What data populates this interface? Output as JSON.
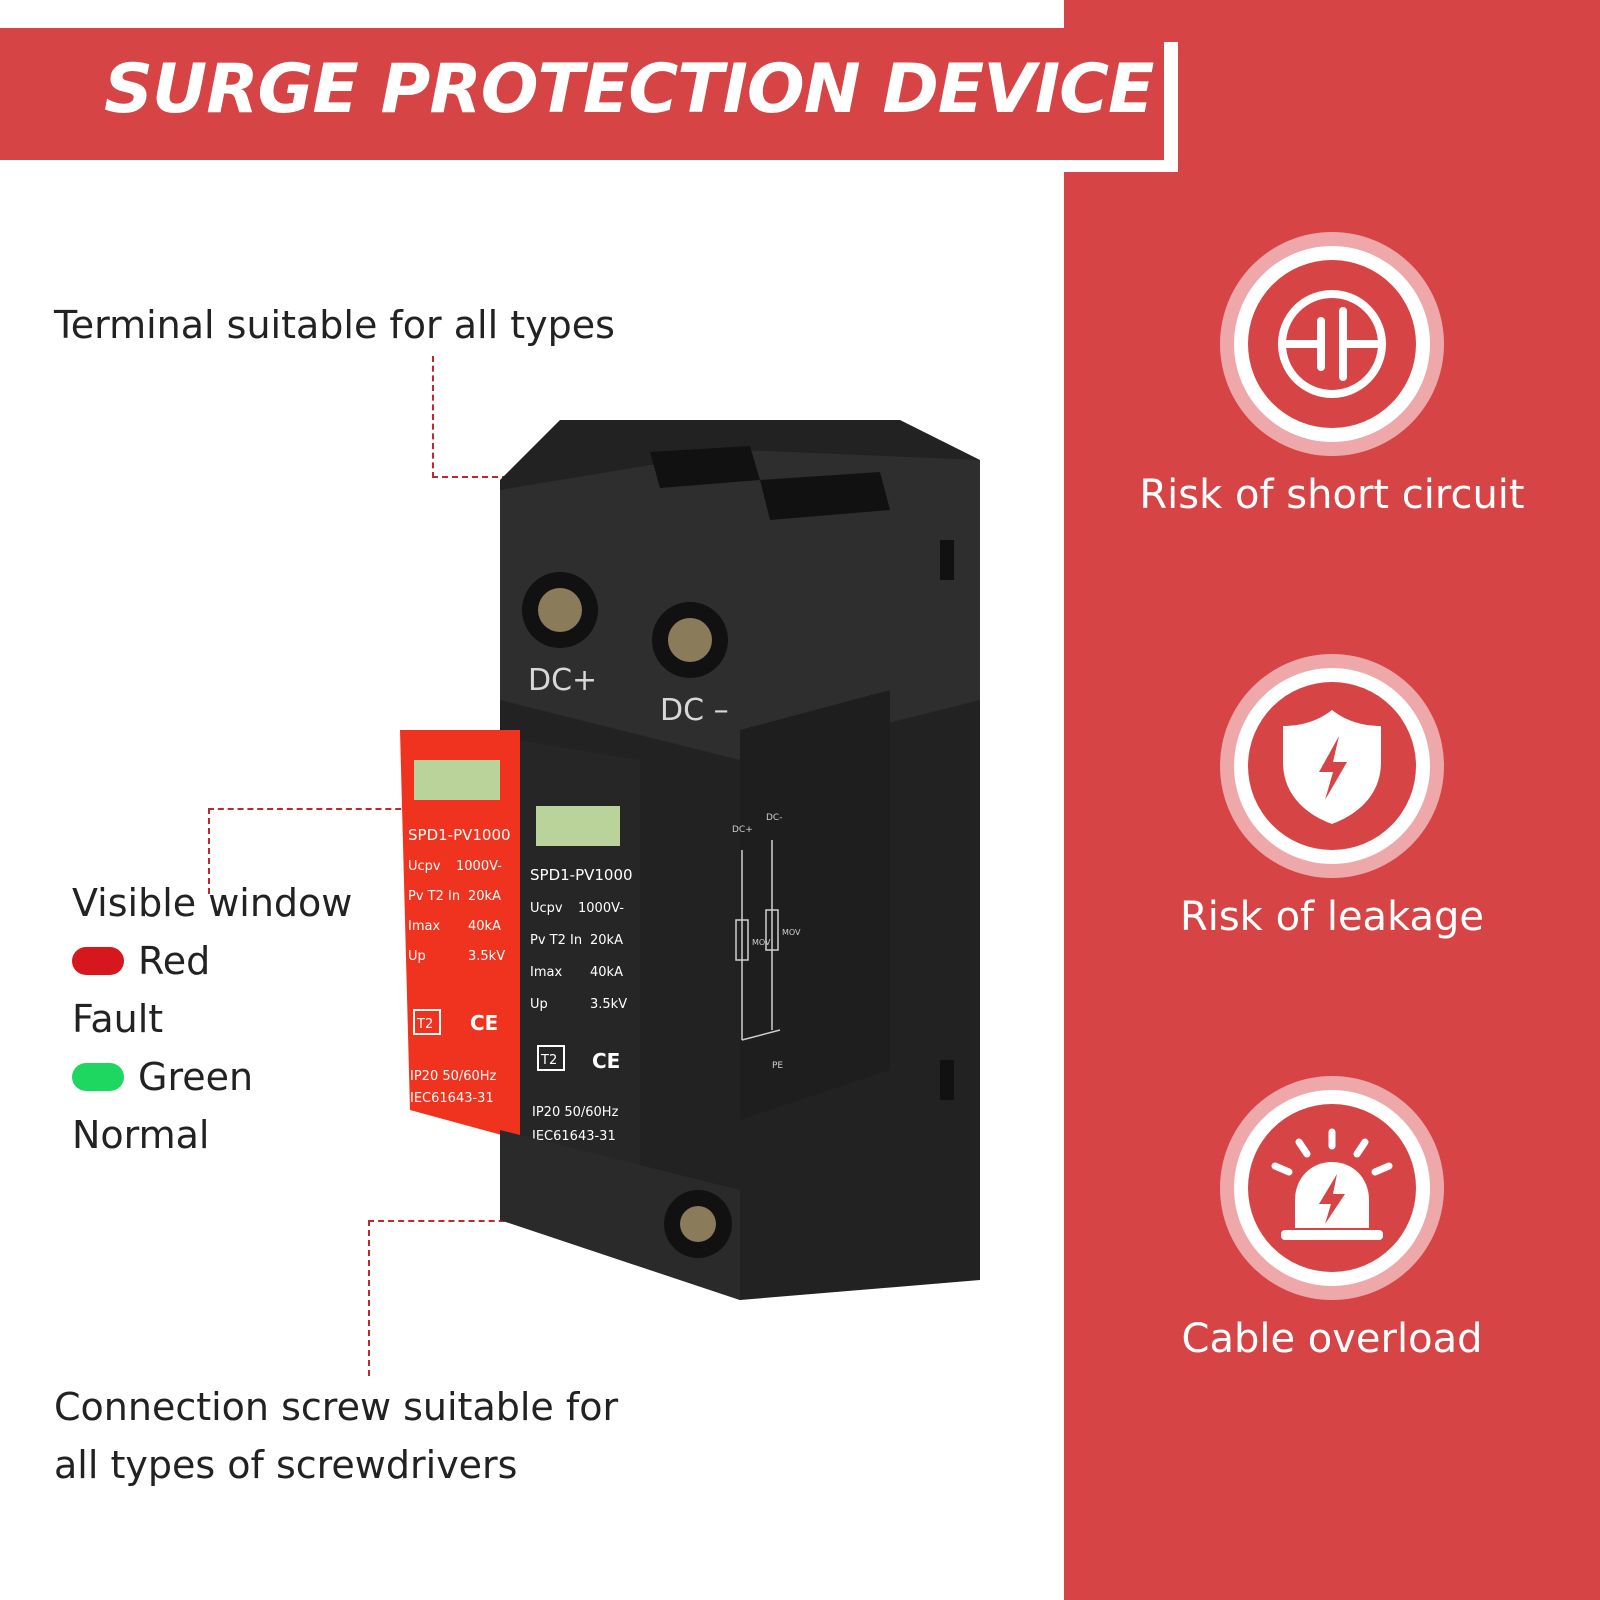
{
  "banner": {
    "title": "SURGE PROTECTION DEVICE"
  },
  "callouts": {
    "terminal": "Terminal suitable for all types",
    "window_title": "Visible window",
    "red_label": "Red",
    "fault_label": "Fault",
    "green_label": "Green",
    "normal_label": "Normal",
    "screw_line1": "Connection screw suitable for",
    "screw_line2": "all types of screwdrivers"
  },
  "indicator_colors": {
    "fault": "#d6171d",
    "normal": "#1ed760"
  },
  "risks": [
    {
      "label": "Risk of short circuit",
      "icon": "short-circuit-icon"
    },
    {
      "label": "Risk of leakage",
      "icon": "shield-bolt-icon"
    },
    {
      "label": "Cable overload",
      "icon": "alarm-siren-icon"
    }
  ],
  "device": {
    "terminal_plus": "DC+",
    "terminal_minus": "DC –",
    "modules": [
      {
        "model": "SPD1-PV1000",
        "ucpv_label": "Ucpv",
        "ucpv": "1000V-",
        "in_label": "Pv T2 In",
        "in": "20kA",
        "imax_label": "Imax",
        "imax": "40kA",
        "up_label": "Up",
        "up": "3.5kV",
        "class": "T2",
        "ce": "CE",
        "rating": "IP20 50/60Hz",
        "standard": "IEC61643-31"
      },
      {
        "model": "SPD1-PV1000",
        "ucpv_label": "Ucpv",
        "ucpv": "1000V-",
        "in_label": "Pv T2 In",
        "in": "20kA",
        "imax_label": "Imax",
        "imax": "40kA",
        "up_label": "Up",
        "up": "3.5kV",
        "class": "T2",
        "ce": "CE",
        "rating": "IP20 50/60Hz",
        "standard": "IEC61643-31"
      }
    ],
    "schematic": {
      "dc_plus": "DC+",
      "dc_minus": "DC-",
      "mov": "MOV",
      "pe": "PE"
    }
  },
  "colors": {
    "brand_red": "#d64446",
    "ring_pink": "#efa8aa",
    "module_red": "#f0331e",
    "housing": "#2a2a2a"
  }
}
